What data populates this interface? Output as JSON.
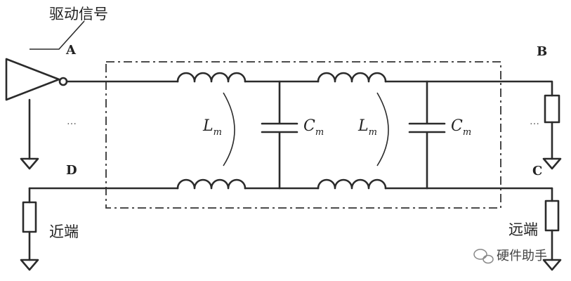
{
  "labels": {
    "driver_signal": "驱动信号",
    "node_a": "A",
    "node_b": "B",
    "node_c": "C",
    "node_d": "D",
    "near_end": "近端",
    "far_end": "远端"
  },
  "parameters": {
    "mutual_inductance": {
      "symbol": "L",
      "subscript": "m"
    },
    "mutual_capacitance": {
      "symbol": "C",
      "subscript": "m"
    }
  },
  "ellipsis": "…",
  "watermark": {
    "icon": "wechat-icon",
    "text": "硬件助手"
  },
  "colors": {
    "line": "#2b2b2b",
    "background": "#ffffff"
  }
}
